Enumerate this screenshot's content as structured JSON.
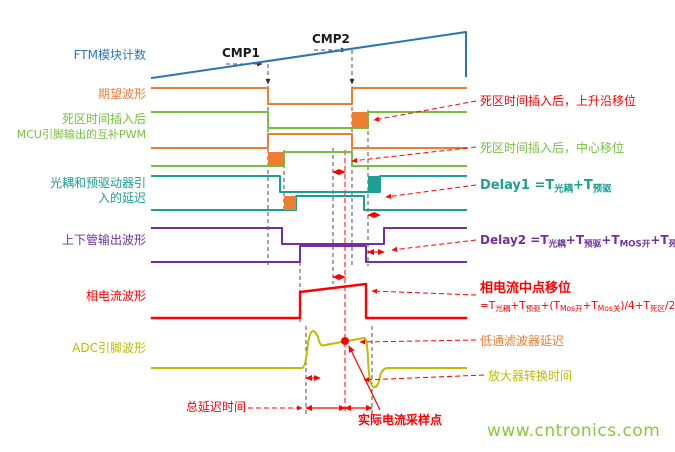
{
  "colors": {
    "blue": "#2E74B5",
    "orange": "#ED7D31",
    "green": "#78BE43",
    "teal": "#1F9E93",
    "purple": "#7030A0",
    "red": "#FF0000",
    "olive": "#BDBD00",
    "guide": "#4D4D4D",
    "watermark": "#8CC63E"
  },
  "left_labels": [
    {
      "id": "ftm",
      "lines": [
        "FTM模块计数"
      ]
    },
    {
      "id": "desired",
      "lines": [
        "期望波形"
      ]
    },
    {
      "id": "deadtime",
      "lines": [
        "死区时间插入后",
        "MCU引脚输出的互补PWM"
      ]
    },
    {
      "id": "driver",
      "lines": [
        "光耦和预驱动器引",
        "入的延迟"
      ]
    },
    {
      "id": "output",
      "lines": [
        "上下管输出波形"
      ]
    },
    {
      "id": "current",
      "lines": [
        "相电流波形"
      ]
    },
    {
      "id": "adc",
      "lines": [
        "ADC引脚波形"
      ]
    }
  ],
  "markers": {
    "cmp1": "CMP1",
    "cmp2": "CMP2"
  },
  "annotations": {
    "rising_shift": "死区时间插入后，上升沿移位",
    "center_shift": "死区时间插入后，中心移位",
    "delay1": [
      {
        "t": "Delay1 =T"
      },
      {
        "t": "光耦",
        "sub": true
      },
      {
        "t": "+T"
      },
      {
        "t": "预驱",
        "sub": true
      }
    ],
    "delay2": [
      {
        "t": "Delay2 =T"
      },
      {
        "t": "光耦",
        "sub": true
      },
      {
        "t": "+T"
      },
      {
        "t": "预驱",
        "sub": true
      },
      {
        "t": "+T"
      },
      {
        "t": "MOS开",
        "sub": true
      },
      {
        "t": "+T"
      },
      {
        "t": "死区",
        "sub": true
      }
    ],
    "midpoint_title": "相电流中点移位",
    "midpoint_formula": [
      {
        "t": "=T"
      },
      {
        "t": "光耦",
        "sub": true
      },
      {
        "t": "+T"
      },
      {
        "t": "预驱",
        "sub": true
      },
      {
        "t": "+(T"
      },
      {
        "t": "Mos开",
        "sub": true
      },
      {
        "t": "+T"
      },
      {
        "t": "Mos关",
        "sub": true
      },
      {
        "t": ")/4+T"
      },
      {
        "t": "死区",
        "sub": true
      },
      {
        "t": "/2"
      }
    ],
    "lpf_delay": "低通滤波器延迟",
    "amp_time": "放大器转换时间",
    "total_delay": "总延迟时间",
    "sample_point": "实际电流采样点"
  },
  "watermark": "www.cntronics.com"
}
